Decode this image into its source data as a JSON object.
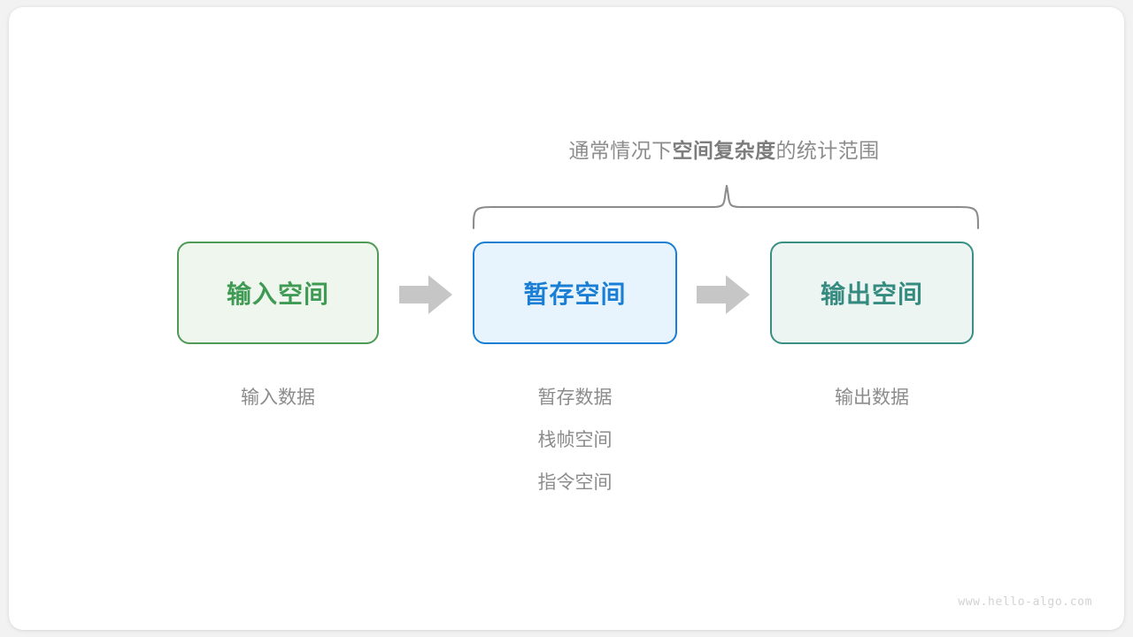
{
  "diagram": {
    "brace_caption": {
      "prefix": "通常情况下",
      "emphasis": "空间复杂度",
      "suffix": "的统计范围"
    },
    "boxes": [
      {
        "name": "input-space",
        "label": "输入空间",
        "border_color": "#4f9a56",
        "fill_color": "#eef6ed",
        "text_color": "#3f9a54"
      },
      {
        "name": "temp-space",
        "label": "暂存空间",
        "border_color": "#1a7fd4",
        "fill_color": "#e8f4fd",
        "text_color": "#1a7fd4"
      },
      {
        "name": "output-space",
        "label": "输出空间",
        "border_color": "#3a8f85",
        "fill_color": "#edf5f3",
        "text_color": "#368b81"
      }
    ],
    "arrows": [
      {
        "name": "arrow-input-to-temp",
        "color": "#c6c6c6"
      },
      {
        "name": "arrow-temp-to-output",
        "color": "#c6c6c6"
      }
    ],
    "captions": {
      "input": [
        "输入数据"
      ],
      "temp": [
        "暂存数据",
        "栈帧空间",
        "指令空间"
      ],
      "output": [
        "输出数据"
      ]
    },
    "caption_color": "#8c8c8c",
    "brace_color": "#8c8c8c",
    "watermark": "www.hello-algo.com"
  }
}
